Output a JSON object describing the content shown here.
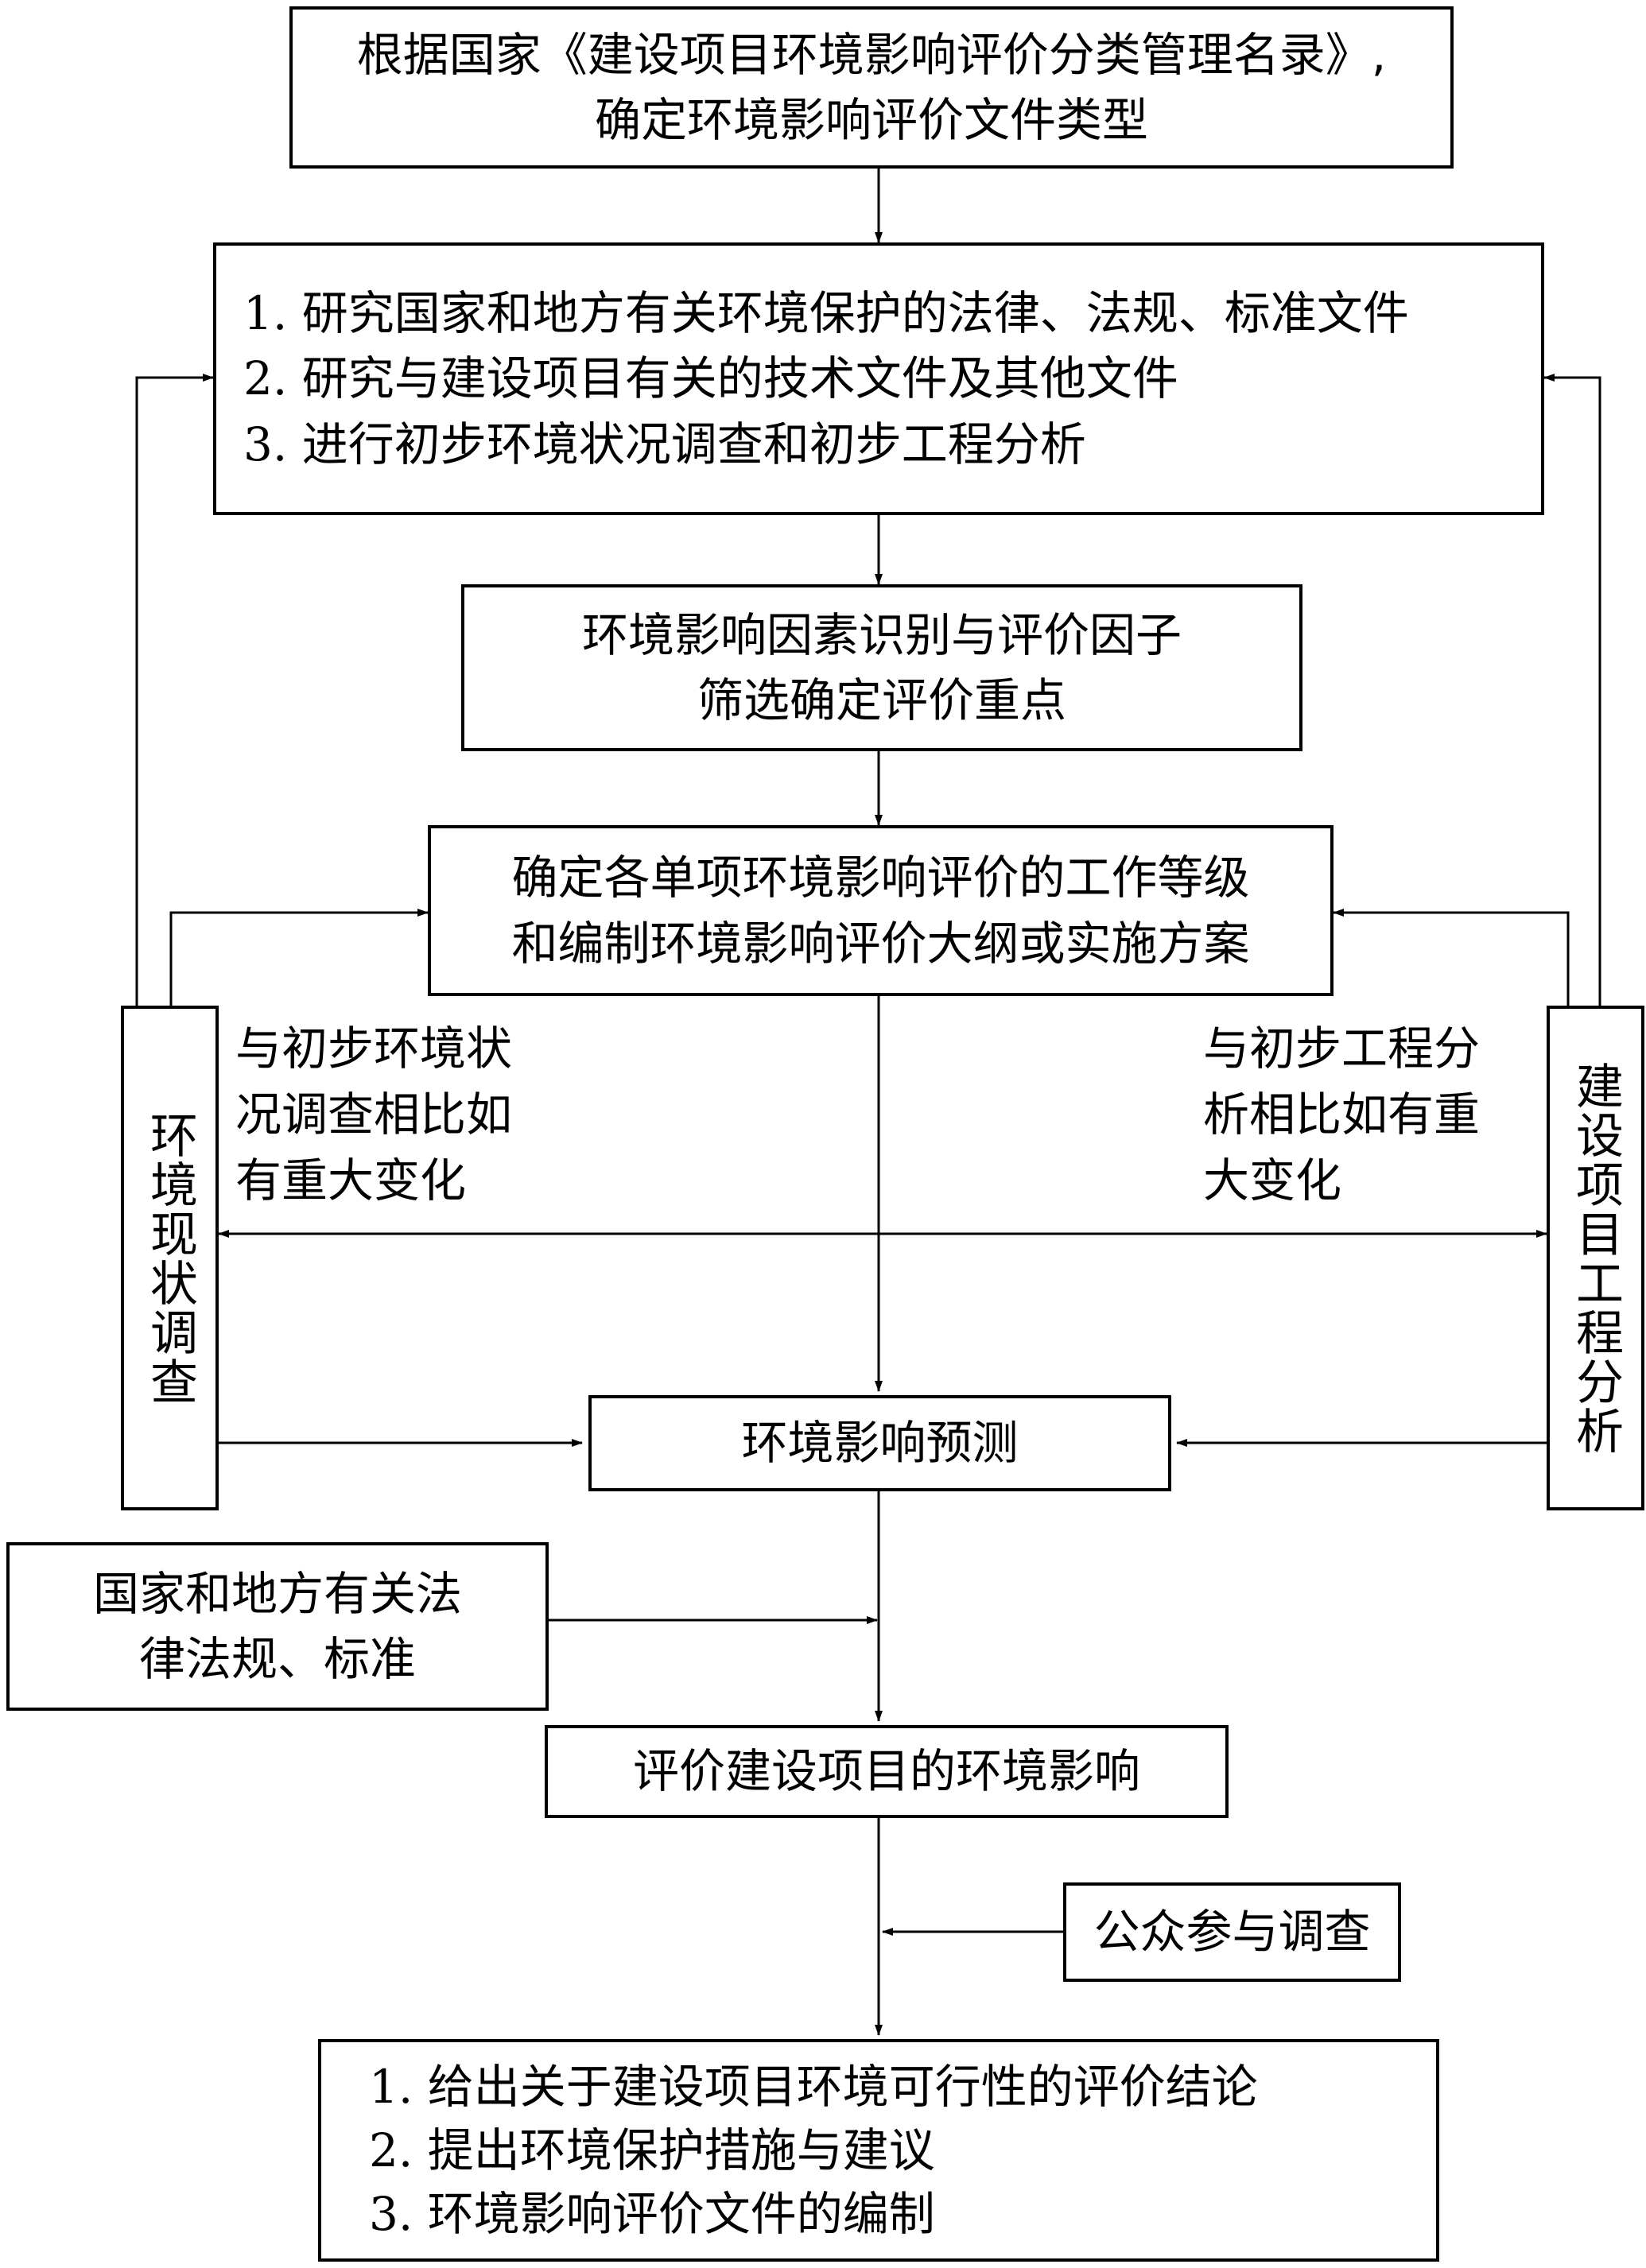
{
  "box_start": {
    "lines": [
      "根据国家《建设项目环境影响评价分类管理名录》,",
      "确定环境影响评价文件类型"
    ]
  },
  "box_research": {
    "items": [
      {
        "num": "1.",
        "text": "研究国家和地方有关环境保护的法律、法规、标准文件"
      },
      {
        "num": "2.",
        "text": "研究与建设项目有关的技术文件及其他文件"
      },
      {
        "num": "3.",
        "text": "进行初步环境状况调查和初步工程分析"
      }
    ]
  },
  "box_identify": {
    "lines": [
      "环境影响因素识别与评价因子",
      "筛选确定评价重点"
    ]
  },
  "box_grade": {
    "lines": [
      "确定各单项环境影响评价的工作等级",
      "和编制环境影响评价大纲或实施方案"
    ]
  },
  "box_env_survey": {
    "text": "环境现状调查"
  },
  "box_engineering": {
    "text": "建设项目工程分析"
  },
  "label_left": "与初步环境状\n况调查相比如\n有重大变化",
  "label_right": "与初步工程分\n析相比如有重\n大变化",
  "box_predict": {
    "text": "环境影响预测"
  },
  "box_laws": {
    "lines": [
      "国家和地方有关法",
      "律法规、标准"
    ]
  },
  "box_evaluate": {
    "text": "评价建设项目的环境影响"
  },
  "box_public": {
    "text": "公众参与调查"
  },
  "box_conclusion": {
    "items": [
      {
        "num": "1.",
        "text": "给出关于建设项目环境可行性的评价结论"
      },
      {
        "num": "2.",
        "text": "提出环境保护措施与建议"
      },
      {
        "num": "3.",
        "text": "环境影响评价文件的编制"
      }
    ]
  }
}
